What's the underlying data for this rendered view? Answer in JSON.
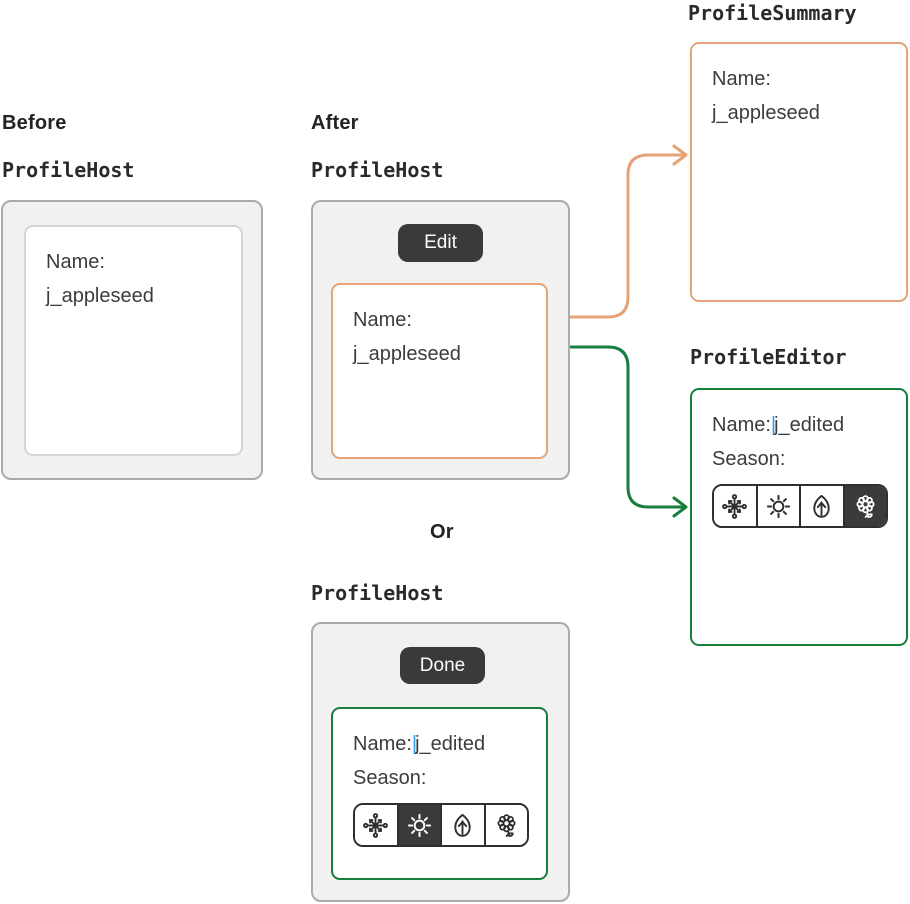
{
  "diagram": {
    "colors": {
      "accent_orange": "#E5A377",
      "accent_green": "#177E3E",
      "button_dark": "#3A3A3C",
      "cursor_blue": "#2E9BE5"
    },
    "before": {
      "heading": "Before",
      "view_title": "ProfileHost",
      "card": {
        "name_label": "Name:",
        "name_value": "j_appleseed"
      }
    },
    "after": {
      "heading": "After",
      "view_title": "ProfileHost",
      "edit_button": "Edit",
      "card": {
        "name_label": "Name:",
        "name_value": "j_appleseed"
      }
    },
    "summary": {
      "view_title": "ProfileSummary",
      "card": {
        "name_label": "Name:",
        "name_value": "j_appleseed"
      }
    },
    "editor": {
      "view_title": "ProfileEditor",
      "name_label": "Name:",
      "cursor": "|",
      "name_value": "j_edited",
      "season_label": "Season:",
      "segments": [
        {
          "icon": "snowflake-icon",
          "season": "winter",
          "selected": false
        },
        {
          "icon": "sun-icon",
          "season": "summer",
          "selected": false
        },
        {
          "icon": "leaf-icon",
          "season": "autumn",
          "selected": false
        },
        {
          "icon": "flower-icon",
          "season": "spring",
          "selected": true
        }
      ]
    },
    "or_divider": {
      "heading": "Or"
    },
    "host_done": {
      "view_title": "ProfileHost",
      "done_button": "Done",
      "name_label": "Name:",
      "cursor": "|",
      "name_value": "j_edited",
      "season_label": "Season:",
      "segments": [
        {
          "icon": "snowflake-icon",
          "season": "winter",
          "selected": false
        },
        {
          "icon": "sun-icon",
          "season": "summer",
          "selected": true
        },
        {
          "icon": "leaf-icon",
          "season": "autumn",
          "selected": false
        },
        {
          "icon": "flower-icon",
          "season": "spring",
          "selected": false
        }
      ]
    }
  }
}
